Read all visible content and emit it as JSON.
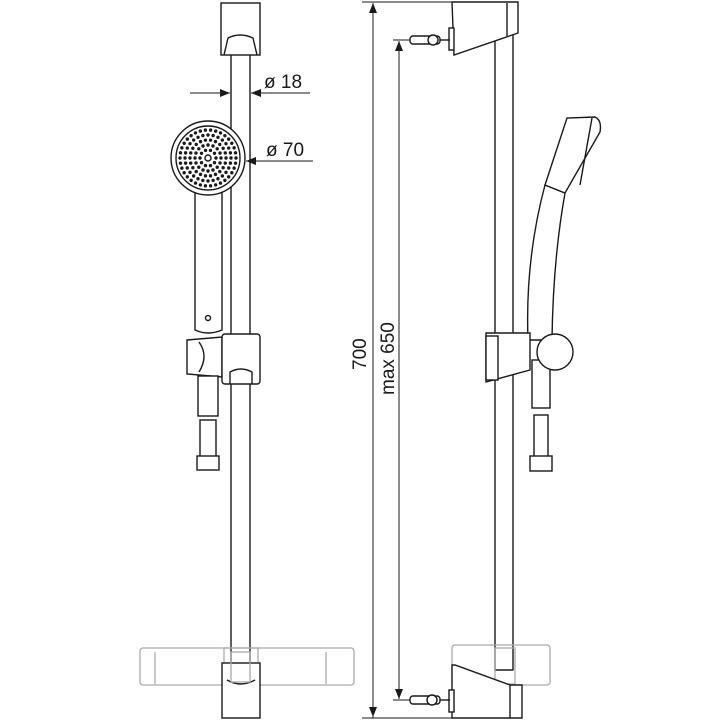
{
  "dimensions": {
    "rail_diameter": "ø 18",
    "head_diameter": "ø 70",
    "total_height": "700",
    "fixing_distance": "max 650"
  },
  "colors": {
    "line": "#1a1a1a",
    "shelf": "#aaaaaa"
  }
}
